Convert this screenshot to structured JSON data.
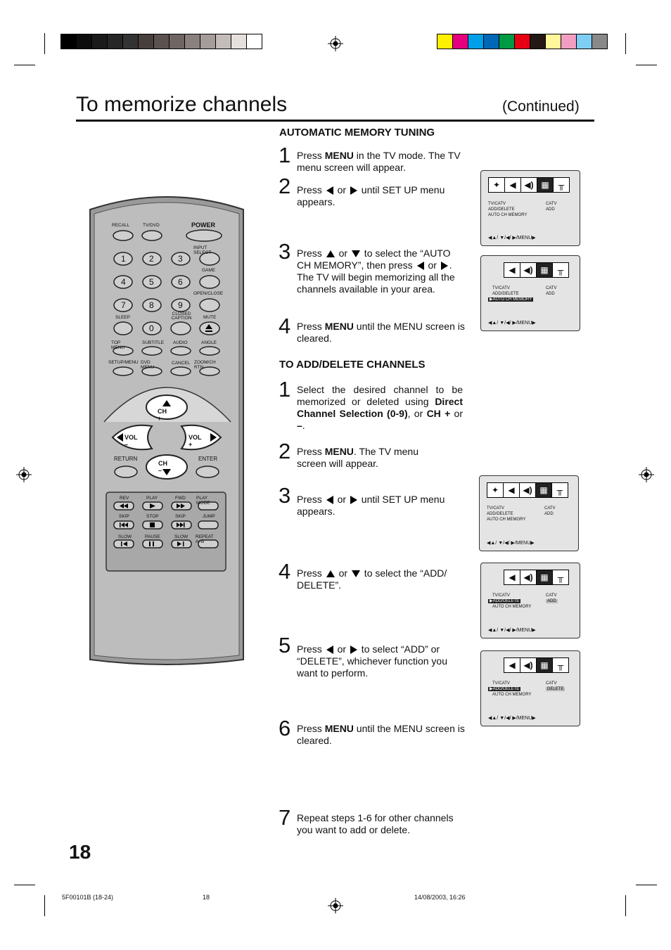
{
  "header": {
    "title": "To memorize channels",
    "continued": "(Continued)"
  },
  "colors": {
    "gray_bars": [
      "#000000",
      "#0d0d0d",
      "#1a1a1a",
      "#262626",
      "#333333",
      "#473f3d",
      "#5b524f",
      "#6f6663",
      "#8a817e",
      "#a59d9a",
      "#c4bcb9",
      "#e6e0dd",
      "#ffffff"
    ],
    "color_bars": [
      "#ffef00",
      "#e4007f",
      "#00a0e9",
      "#0068b7",
      "#009944",
      "#e60012",
      "#231815",
      "#fff799",
      "#f29ec2",
      "#7ecef4",
      "#898989"
    ]
  },
  "auto": {
    "heading": "AUTOMATIC MEMORY TUNING",
    "s1_num": "1",
    "s1_a": "Press ",
    "s1_b": "MENU",
    "s1_c": " in the TV mode. The TV menu screen will appear.",
    "s2_num": "2",
    "s2_a": "Press ",
    "s2_or": " or ",
    "s2_c": " until SET UP menu appears.",
    "s3_num": "3",
    "s3_a": "Press ",
    "s3_or": " or ",
    "s3_c": " to select the “AUTO CH MEMORY”, then press ",
    "s3_or2": " or ",
    "s3_e": ". The TV will begin memorizing all the channels available in your area.",
    "s4_num": "4",
    "s4_a": "Press ",
    "s4_b": "MENU",
    "s4_c": " until the MENU screen is cleared."
  },
  "adddel": {
    "heading": "TO ADD/DELETE CHANNELS",
    "s1_num": "1",
    "s1_a": "Select the desired channel to be memorized or deleted using ",
    "s1_b": "Direct Channel Selection (0-9)",
    "s1_c": ", or ",
    "s1_d": "CH +",
    "s1_e": " or ",
    "s1_f": "–",
    "s1_g": ".",
    "s2_num": "2",
    "s2_a": "Press ",
    "s2_b": "MENU",
    "s2_c": ". The TV menu screen will appear.",
    "s3_num": "3",
    "s3_a": "Press ",
    "s3_or": " or ",
    "s3_c": " until SET UP menu appears.",
    "s4_num": "4",
    "s4_a": "Press ",
    "s4_or": " or ",
    "s4_c": " to select the “ADD/ DELETE”.",
    "s5_num": "5",
    "s5_a": "Press ",
    "s5_or": " or ",
    "s5_c": " to select “ADD” or “DELETE”, whichever function you want to perform.",
    "s6_num": "6",
    "s6_a": "Press ",
    "s6_b": "MENU",
    "s6_c": " until the MENU screen is cleared.",
    "s7_num": "7",
    "s7_a": "Repeat steps 1-6 for other channels you want to add or delete."
  },
  "screen": {
    "row1": "TV/CATV",
    "row2": "ADD/DELETE",
    "row3": "AUTO CH MEMORY",
    "val1": "CATV",
    "add": "ADD",
    "delete": "DELETE",
    "nav": "◀▲/ ▼/◀/ ▶/MENU▶"
  },
  "remote": {
    "recall": "RECALL",
    "tvdvd": "TV/DVD",
    "power": "POWER",
    "input_select": "INPUT SELECT",
    "n1": "1",
    "n2": "2",
    "n3": "3",
    "n4": "4",
    "n5": "5",
    "n6": "6",
    "n7": "7",
    "n8": "8",
    "n9": "9",
    "n0": "0",
    "game": "GAME",
    "open_close": "OPEN/CLOSE",
    "sleep": "SLEEP",
    "closed_caption": "CLOSED CAPTION",
    "mute": "MUTE",
    "top_menu": "TOP MENU",
    "subtitle": "SUBTITLE",
    "audio": "AUDIO",
    "angle": "ANGLE",
    "setup_menu": "SETUP/MENU",
    "dvd_menu": "DVD MENU",
    "cancel": "CANCEL",
    "zoom_ch_rtn": "ZOOM/CH RTN",
    "ch_plus": "CH +",
    "ch_minus": "CH –",
    "vol_minus": "VOL –",
    "vol_plus": "VOL +",
    "return": "RETURN",
    "enter": "ENTER",
    "rev": "REV",
    "play": "PLAY",
    "fwd": "FWD",
    "play_mode": "PLAY MODE",
    "skip_l": "SKIP",
    "stop": "STOP",
    "skip_r": "SKIP",
    "jump": "JUMP",
    "slow_l": "SLOW",
    "pause": "PAUSE",
    "slow_r": "SLOW",
    "repeat_ab": "REPEAT A–B"
  },
  "footer": {
    "page": "18",
    "code": "5F00101B (18-24)",
    "pnum": "18",
    "date": "14/08/2003, 16:26"
  }
}
